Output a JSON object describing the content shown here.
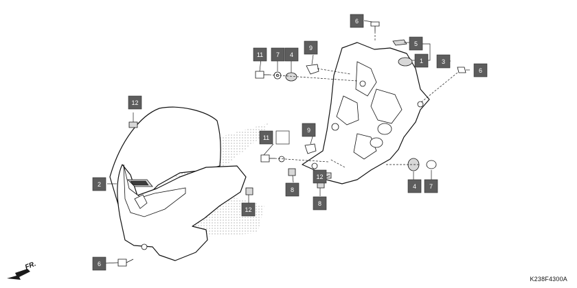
{
  "diagram_code": "K238F4300A",
  "direction_label": "FR.",
  "callouts": [
    {
      "id": "c6a",
      "label": "6"
    },
    {
      "id": "c5",
      "label": "5"
    },
    {
      "id": "c1",
      "label": "1"
    },
    {
      "id": "c3",
      "label": "3"
    },
    {
      "id": "c6b",
      "label": "6"
    },
    {
      "id": "c11a",
      "label": "11"
    },
    {
      "id": "c7a",
      "label": "7"
    },
    {
      "id": "c4a",
      "label": "4"
    },
    {
      "id": "c9a",
      "label": "9"
    },
    {
      "id": "c12a",
      "label": "12"
    },
    {
      "id": "c9b",
      "label": "9"
    },
    {
      "id": "c11b",
      "label": "11"
    },
    {
      "id": "c2",
      "label": "2"
    },
    {
      "id": "c8a",
      "label": "8"
    },
    {
      "id": "c12b",
      "label": "12"
    },
    {
      "id": "c8b",
      "label": "8"
    },
    {
      "id": "c12c",
      "label": "12"
    },
    {
      "id": "c4b",
      "label": "4"
    },
    {
      "id": "c7b",
      "label": "7"
    },
    {
      "id": "c6c",
      "label": "6"
    }
  ]
}
